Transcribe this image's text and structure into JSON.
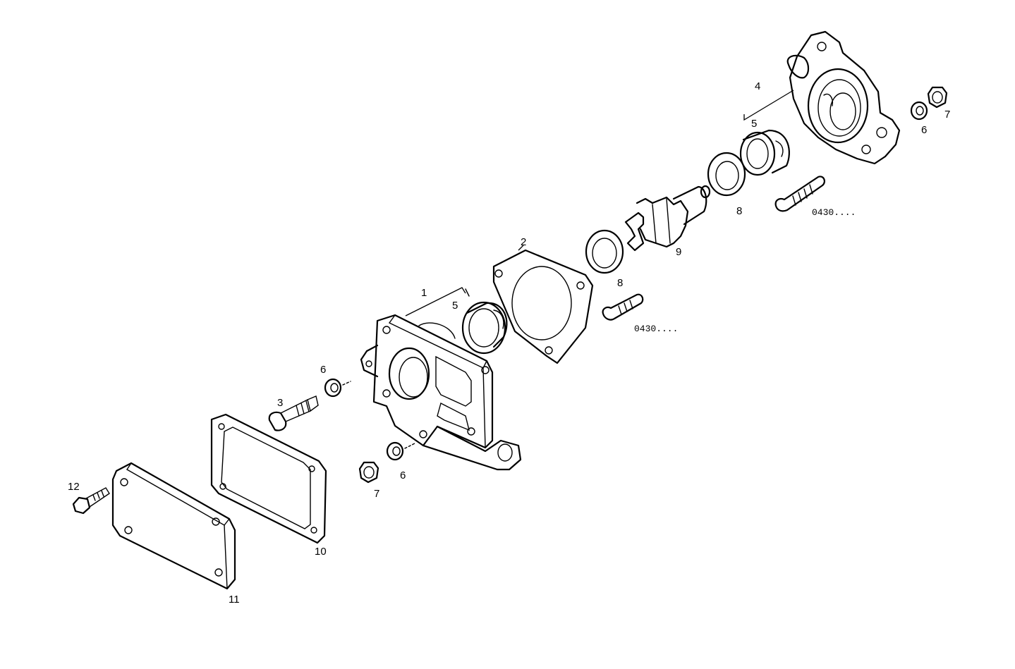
{
  "labels": {
    "l1": "1",
    "l2": "2",
    "l3": "3",
    "l4": "4",
    "l5a": "5",
    "l5b": "5",
    "l6a": "6",
    "l6b": "6",
    "l6c": "6",
    "l7a": "7",
    "l7b": "7",
    "l8a": "8",
    "l8b": "8",
    "l9": "9",
    "l10": "10",
    "l11": "11",
    "l12": "12",
    "code_a": "0430....",
    "code_b": "0430...."
  }
}
